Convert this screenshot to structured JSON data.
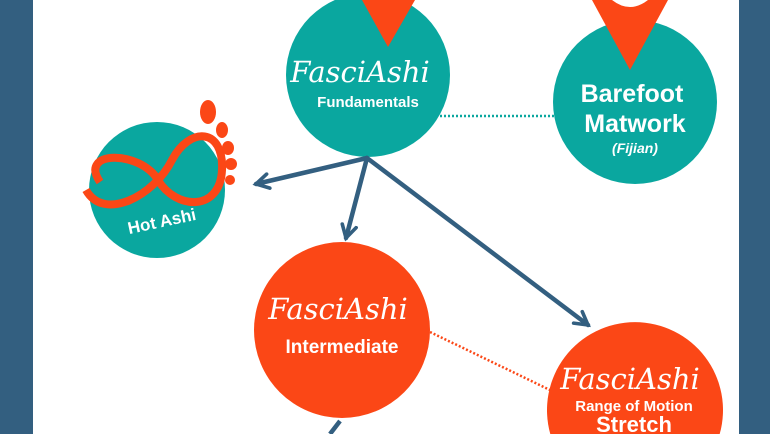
{
  "colors": {
    "frame": "#335f80",
    "teal": "#0aa79f",
    "orange": "#fb4716",
    "arrow": "#335f80"
  },
  "nodes": {
    "fundamentals": {
      "brand": "FasciAshi",
      "name": "Fundamentals"
    },
    "barefoot": {
      "line1": "Barefoot",
      "line2": "Matwork",
      "sub": "(Fijian)"
    },
    "hot_ashi": {
      "name": "Hot Ashi"
    },
    "intermediate": {
      "brand": "FasciAshi",
      "name": "Intermediate"
    },
    "rom": {
      "brand": "FasciAshi",
      "name": "Range of Motion",
      "name2": "Stretch"
    }
  }
}
